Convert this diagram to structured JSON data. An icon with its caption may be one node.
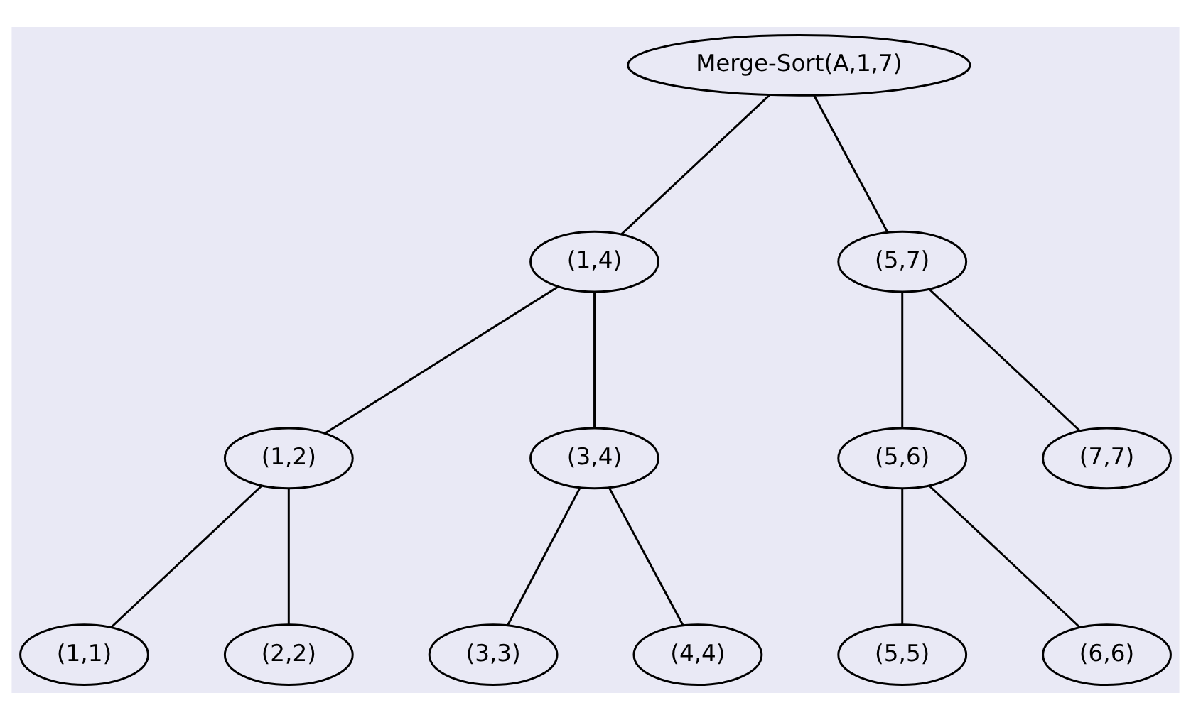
{
  "diagram": {
    "nodes": [
      {
        "text": [
          "Merge-Sort(A,1,7)"
        ]
      },
      {
        "text": [
          "(1,4)"
        ]
      },
      {
        "text": [
          "(5,7)"
        ]
      },
      {
        "text": [
          "(1,2)"
        ]
      },
      {
        "text": [
          "(3,4)"
        ]
      },
      {
        "text": [
          "(5,6)"
        ]
      },
      {
        "text": [
          "(7,7)"
        ]
      },
      {
        "text": [
          "(1,1)"
        ]
      },
      {
        "text": [
          "(2,2)"
        ]
      },
      {
        "text": [
          "(3,3)"
        ]
      },
      {
        "text": [
          "(4,4)"
        ]
      },
      {
        "text": [
          "(5,5)"
        ]
      },
      {
        "text": [
          "(6,6)"
        ]
      }
    ],
    "edges": [
      {
        "from": 0,
        "to": 1,
        "arrow": "none"
      },
      {
        "from": 0,
        "to": 2,
        "arrow": "none"
      },
      {
        "from": 1,
        "to": 3,
        "arrow": "none"
      },
      {
        "from": 1,
        "to": 4,
        "arrow": "none"
      },
      {
        "from": 2,
        "to": 5,
        "arrow": "none"
      },
      {
        "from": 2,
        "to": 6,
        "arrow": "none"
      },
      {
        "from": 3,
        "to": 7,
        "arrow": "none"
      },
      {
        "from": 3,
        "to": 8,
        "arrow": "none"
      },
      {
        "from": 4,
        "to": 9,
        "arrow": "none"
      },
      {
        "from": 4,
        "to": 10,
        "arrow": "none"
      },
      {
        "from": 5,
        "to": 11,
        "arrow": "none"
      },
      {
        "from": 5,
        "to": 12,
        "arrow": "none"
      }
    ]
  }
}
